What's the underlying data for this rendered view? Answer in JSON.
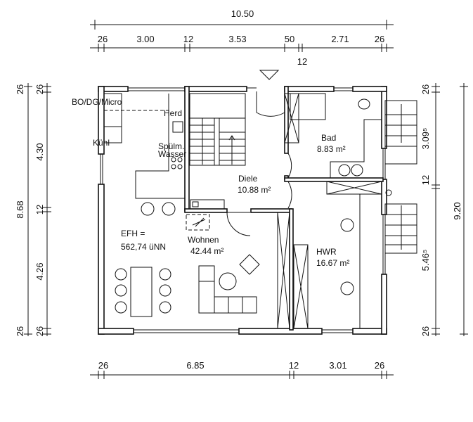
{
  "dimensions": {
    "top_total": "10.50",
    "top": [
      "26",
      "3.00",
      "12",
      "3.53",
      "50",
      "2.71",
      "26"
    ],
    "top_extra": "12",
    "bottom": [
      "26",
      "6.85",
      "12",
      "3.01",
      "26"
    ],
    "left_total": "8.68",
    "left_outer_top": "26",
    "left_outer_bottom": "26",
    "left": [
      "26",
      "4.30",
      "12",
      "4.26",
      "26"
    ],
    "right": [
      "26",
      "3.09⁵",
      "12",
      "5.46⁵",
      "26"
    ],
    "right_total": "9.20"
  },
  "labels": {
    "bo_dg_micro": "BO/DG/Micro",
    "herd": "Herd",
    "kuehl": "Kühl",
    "spuelm": "Spülm.",
    "wasser": "Wasser",
    "efh": "EFH =",
    "efh_value": "562,74 üNN"
  },
  "rooms": [
    {
      "name": "Diele",
      "area": "10.88 m²"
    },
    {
      "name": "Bad",
      "area": "8.83 m²"
    },
    {
      "name": "Wohnen",
      "area": "42.44 m²"
    },
    {
      "name": "HWR",
      "area": "16.67 m²"
    }
  ]
}
